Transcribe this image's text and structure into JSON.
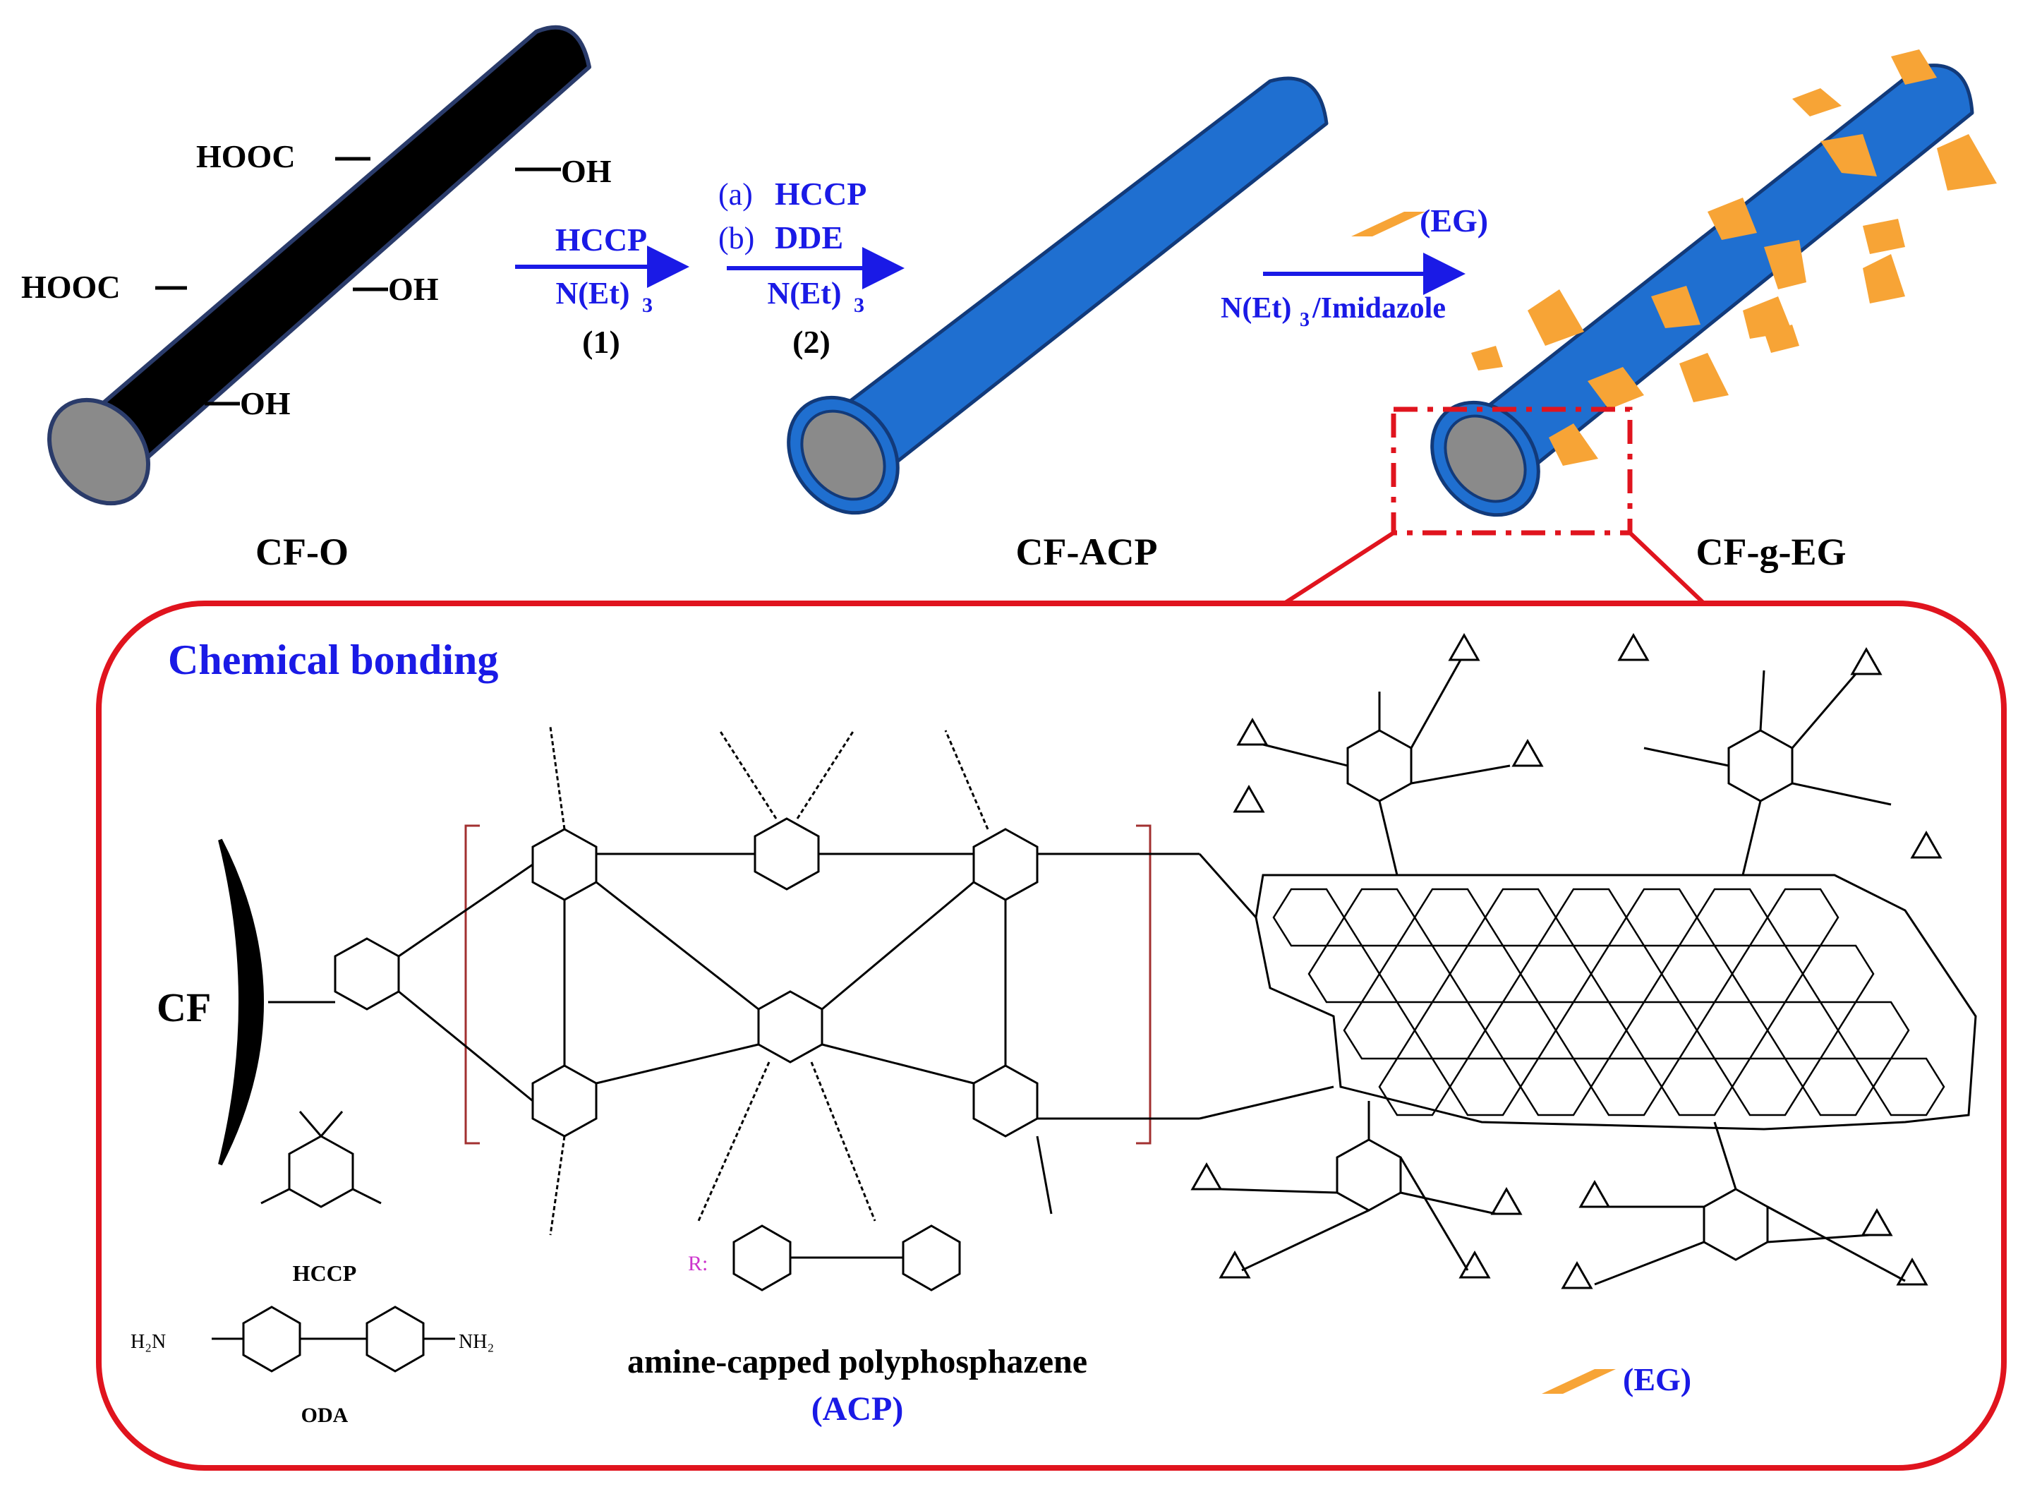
{
  "top": {
    "cf_o": {
      "label": "CF-O",
      "groups": [
        "HOOC",
        "OH",
        "HOOC",
        "OH",
        "OH"
      ]
    },
    "step1": {
      "reagent": "HCCP",
      "base": "N(Et)",
      "base_sub": "3",
      "number": "(1)"
    },
    "step2": {
      "line_a_prefix": "(a)",
      "line_a": "HCCP",
      "line_b_prefix": "(b)",
      "line_b": "DDE",
      "base": "N(Et)",
      "base_sub": "3",
      "number": "(2)"
    },
    "cf_acp": {
      "label": "CF-ACP"
    },
    "step3": {
      "legend": "(EG)",
      "conditions_a": "N(Et)",
      "conditions_sub": "3",
      "conditions_b": "/Imidazole"
    },
    "cf_g_eg": {
      "label": "CF-g-EG"
    }
  },
  "panel": {
    "title": "Chemical bonding",
    "cf_label": "CF",
    "hccp_label": "HCCP",
    "oda_label": "ODA",
    "oda_left": "H₂N",
    "oda_right": "NH₂",
    "acp_name": "amine-capped polyphosphazene",
    "acp_abbr": "(ACP)",
    "r_label": "R:",
    "eg_legend": "(EG)"
  },
  "colors": {
    "fiber_black": "#000000",
    "fiber_blue": "#1f6fd0",
    "fiber_core": "#8a8a8a",
    "arrow_blue": "#1a1ae6",
    "box_red": "#e0141e",
    "eg_orange": "#f7a436",
    "r_magenta": "#cc33cc",
    "nh_blue": "#1a1ae6"
  },
  "icons": [
    "black-fiber-icon",
    "blue-fiber-icon",
    "eg-flake-icon",
    "hexagon-sheet-icon",
    "epoxide-icon"
  ]
}
